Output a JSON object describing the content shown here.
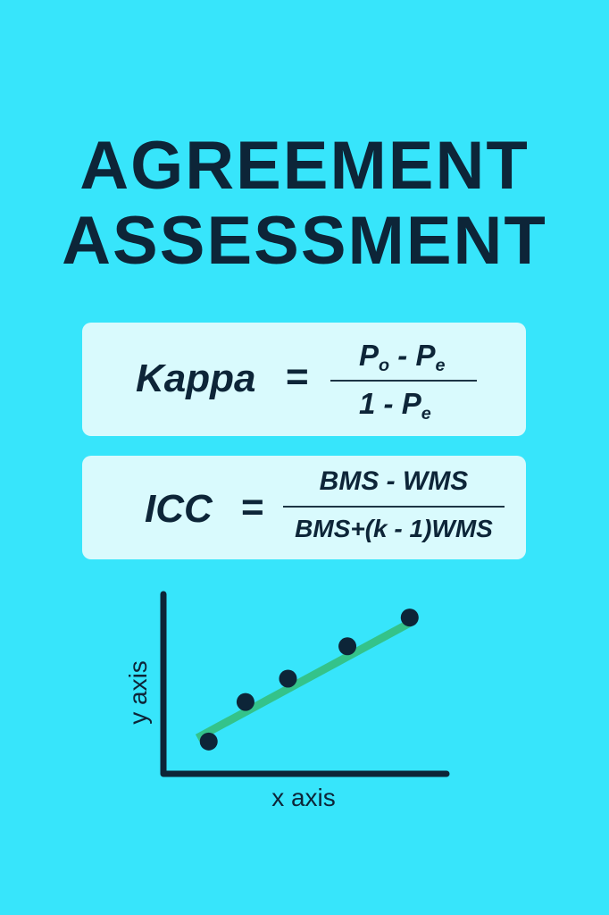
{
  "title": {
    "line1": "AGREEMENT",
    "line2": "ASSESSMENT"
  },
  "kappa": {
    "lhs": "Kappa",
    "eq": "=",
    "num_a": "P",
    "num_a_sub": "o",
    "num_op": " - ",
    "num_b": "P",
    "num_b_sub": "e",
    "den_a": "1 - ",
    "den_b": "P",
    "den_b_sub": "e"
  },
  "icc": {
    "lhs": "ICC",
    "eq": "=",
    "numerator": "BMS - WMS",
    "denominator": "BMS+(k - 1)WMS"
  },
  "chart_data": {
    "type": "scatter",
    "xlabel": "x axis",
    "ylabel": "y axis",
    "xlim": [
      0,
      10
    ],
    "ylim": [
      0,
      10
    ],
    "points": [
      {
        "x": 1.6,
        "y": 1.8
      },
      {
        "x": 2.9,
        "y": 4.0
      },
      {
        "x": 4.4,
        "y": 5.3
      },
      {
        "x": 6.5,
        "y": 7.1
      },
      {
        "x": 8.7,
        "y": 8.7
      }
    ],
    "trendline": [
      {
        "x": 1.2,
        "y": 2.0
      },
      {
        "x": 8.7,
        "y": 8.4
      }
    ],
    "colors": {
      "points": "#0d2538",
      "trendline": "#34c38a",
      "axes": "#0d2538"
    }
  }
}
